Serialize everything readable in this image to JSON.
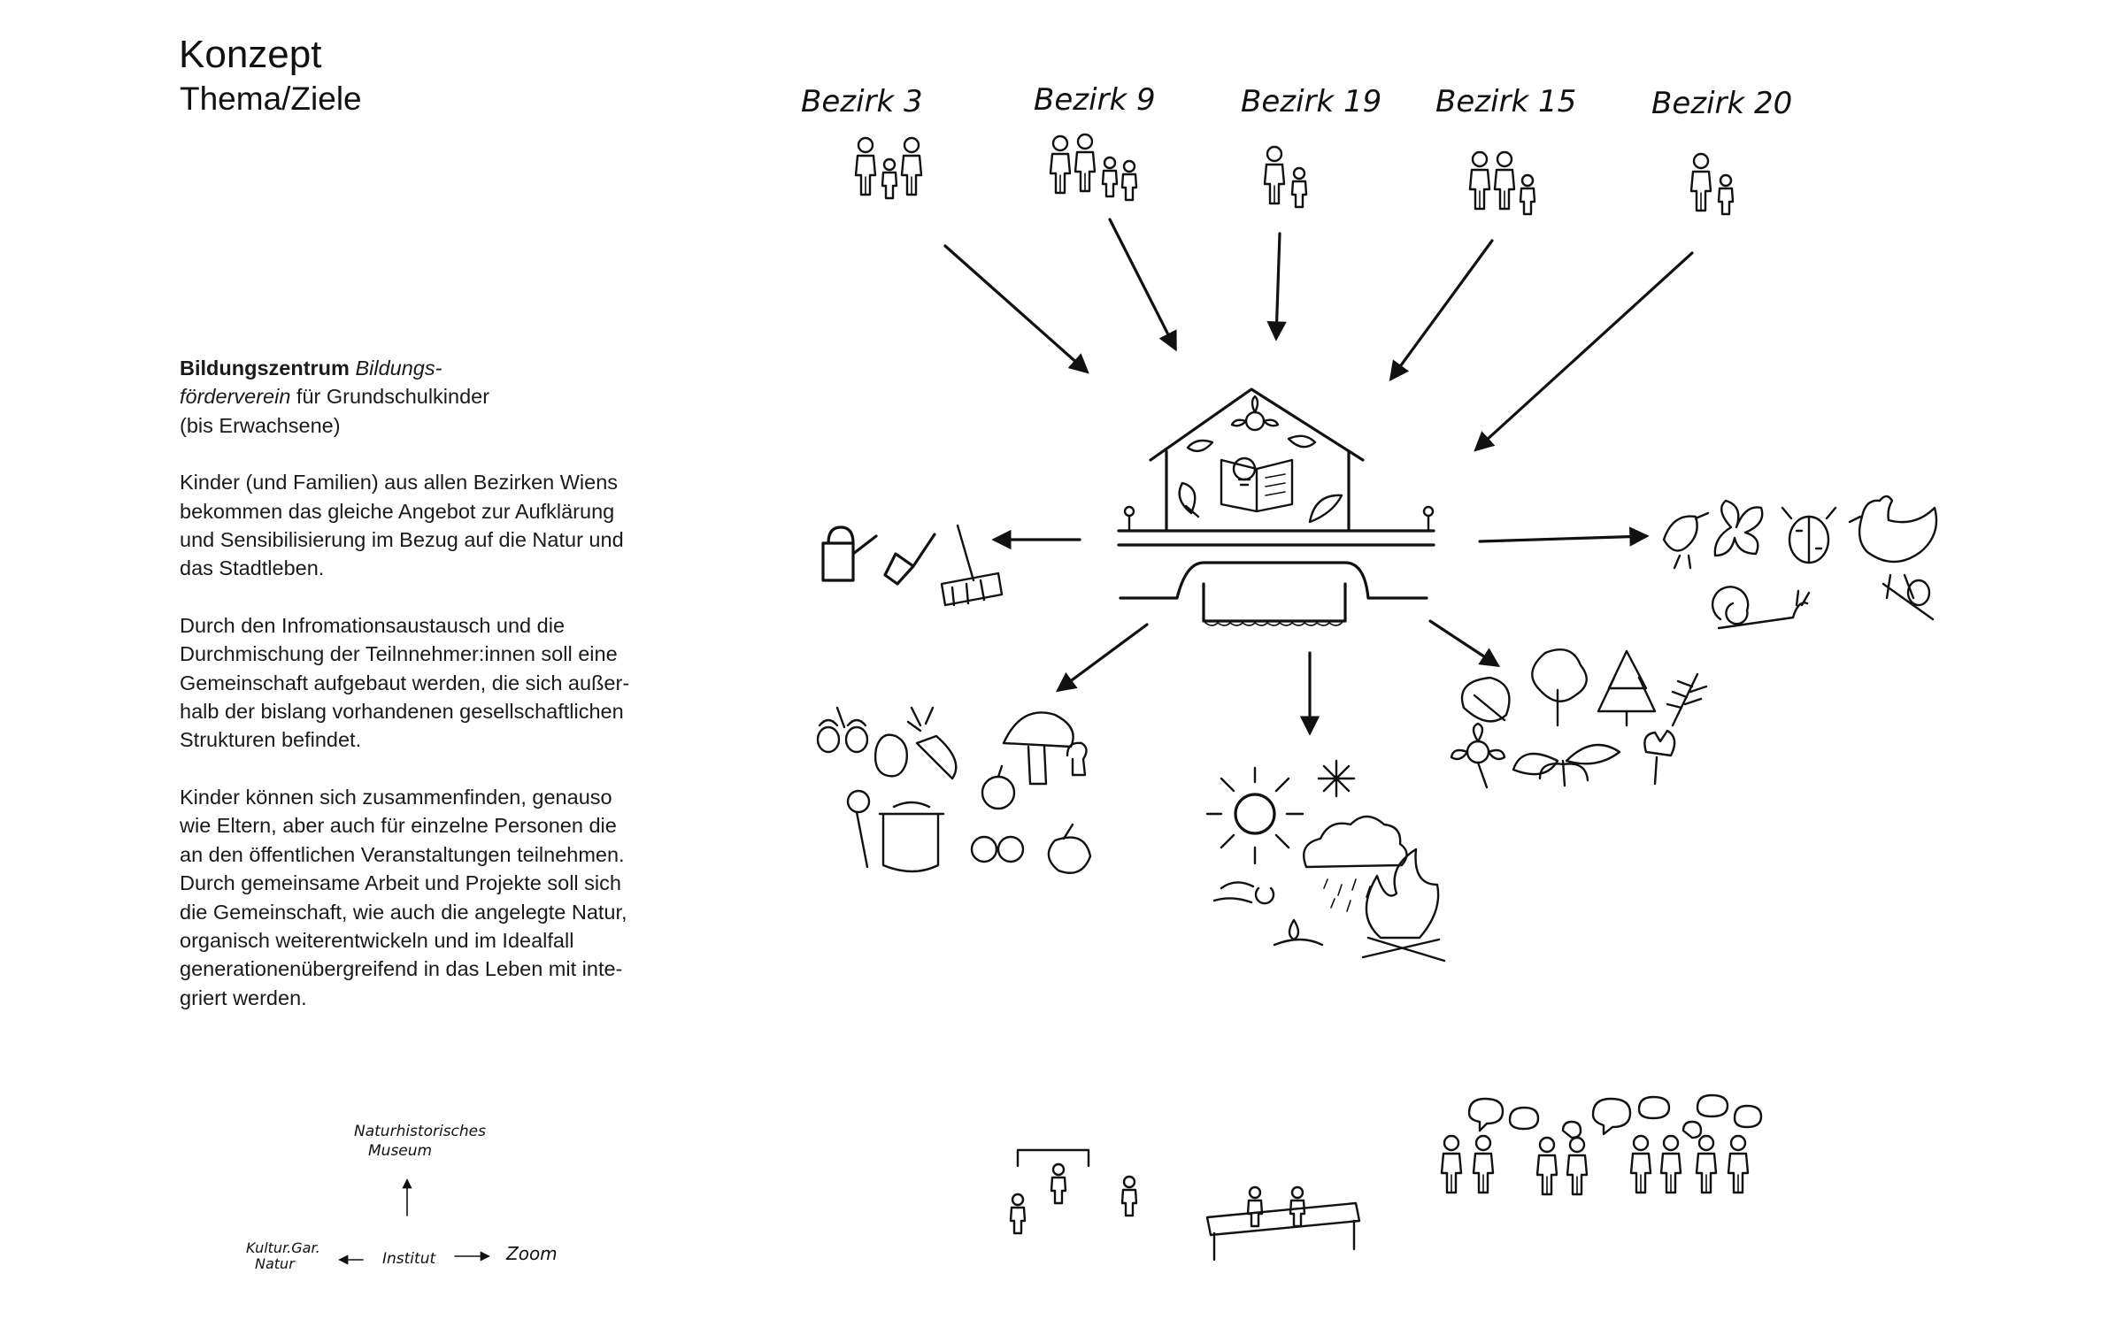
{
  "header": {
    "title": "Konzept",
    "subtitle": "Thema/Ziele"
  },
  "body": {
    "intro_bold": "Bildungszentrum",
    "intro_italic_1": "Bildungs-",
    "intro_italic_2": "förderverein",
    "intro_rest_1": " für Grundschulkinder",
    "intro_rest_2": "(bis Erwachsene)",
    "para_1": [
      "Kinder (und Familien) aus allen Bezirken Wiens",
      "bekommen das gleiche Angebot zur Aufklärung",
      "und Sensibilisierung im Bezug auf  die Natur und",
      "das Stadtleben."
    ],
    "para_2": [
      "Durch den Infromationsaustausch und die",
      "Durchmischung der Teilnnehmer:innen soll eine",
      "Gemeinschaft aufgebaut werden, die sich außer-",
      "halb der bislang vorhandenen gesellschaftlichen",
      "Strukturen befindet."
    ],
    "para_3": [
      "Kinder können sich zusammenfinden, genauso",
      "wie Eltern, aber auch für einzelne Personen die",
      "an den öffentlichen Veranstaltungen teilnehmen.",
      "Durch gemeinsame Arbeit und Projekte soll sich",
      "die Gemeinschaft, wie auch die angelegte Natur,",
      "organisch weiterentwickeln und im Idealfall",
      "generationenübergreifend in das Leben mit inte-",
      "griert werden."
    ]
  },
  "districts": [
    {
      "label": "Bezirk 3"
    },
    {
      "label": "Bezirk 9"
    },
    {
      "label": "Bezirk 19"
    },
    {
      "label": "Bezirk 15"
    },
    {
      "label": "Bezirk 20"
    }
  ],
  "mini_map": {
    "top": "Naturhistorisches",
    "top_2": "Museum",
    "left": "Kultur.Gar.",
    "left_2": "Natur",
    "center": "Institut",
    "right": "Zoom"
  }
}
